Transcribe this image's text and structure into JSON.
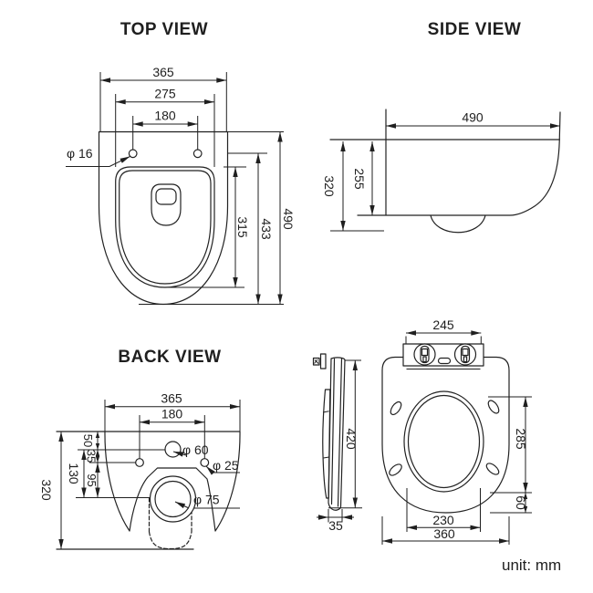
{
  "unit_label": "unit: mm",
  "colors": {
    "line": "#1f1f1f",
    "background": "#ffffff"
  },
  "top_view": {
    "title": "TOP VIEW",
    "dims": {
      "overall_width": "365",
      "seat_width": "275",
      "hinge_hole_spacing": "180",
      "hinge_hole_diameter": "φ 16",
      "opening_length": "315",
      "seat_length": "433",
      "overall_length": "490"
    }
  },
  "side_view": {
    "title": "SIDE VIEW",
    "dims": {
      "overall_depth": "490",
      "rim_height": "255",
      "overall_height": "320"
    }
  },
  "back_view": {
    "title": "BACK VIEW",
    "dims": {
      "overall_width": "365",
      "fixing_hole_spacing": "180",
      "overall_height": "320",
      "inlet_offset": "50",
      "inlet_to_fixing": "35",
      "fixing_to_drain": "95",
      "inlet_to_drain": "130",
      "water_inlet_diameter": "φ 60",
      "fixing_hole_diameter": "φ 25",
      "drain_diameter": "φ 75"
    }
  },
  "seat_view": {
    "dims": {
      "hinge_bar_width": "245",
      "seat_length": "420",
      "seat_thickness": "35",
      "opening_length": "285",
      "opening_to_front": "60",
      "opening_width": "230",
      "seat_width": "360"
    }
  }
}
